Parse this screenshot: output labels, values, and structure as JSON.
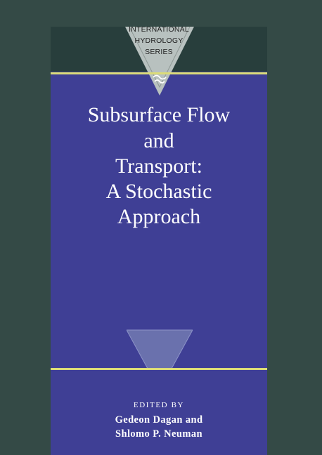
{
  "cover": {
    "series": {
      "line1": "INTERNATIONAL",
      "line2": "HYDROLOGY",
      "line3": "SERIES"
    },
    "title": {
      "line1": "Subsurface Flow",
      "line2": "and",
      "line3": "Transport:",
      "line4": "A Stochastic",
      "line5": "Approach"
    },
    "edited_by": "EDITED BY",
    "editors": {
      "line1": "Gedeon Dagan and",
      "line2": "Shlomo P. Neuman"
    }
  },
  "colors": {
    "background": "#344a46",
    "cover_blue": "#3f3f95",
    "band_dark": "#283e3c",
    "rule_yellow": "#dcdc78",
    "badge_gray": "#b8c1bf"
  },
  "icons": {
    "series_badge": "inverted-triangle-badge",
    "water_icon": "water-level-icon"
  }
}
